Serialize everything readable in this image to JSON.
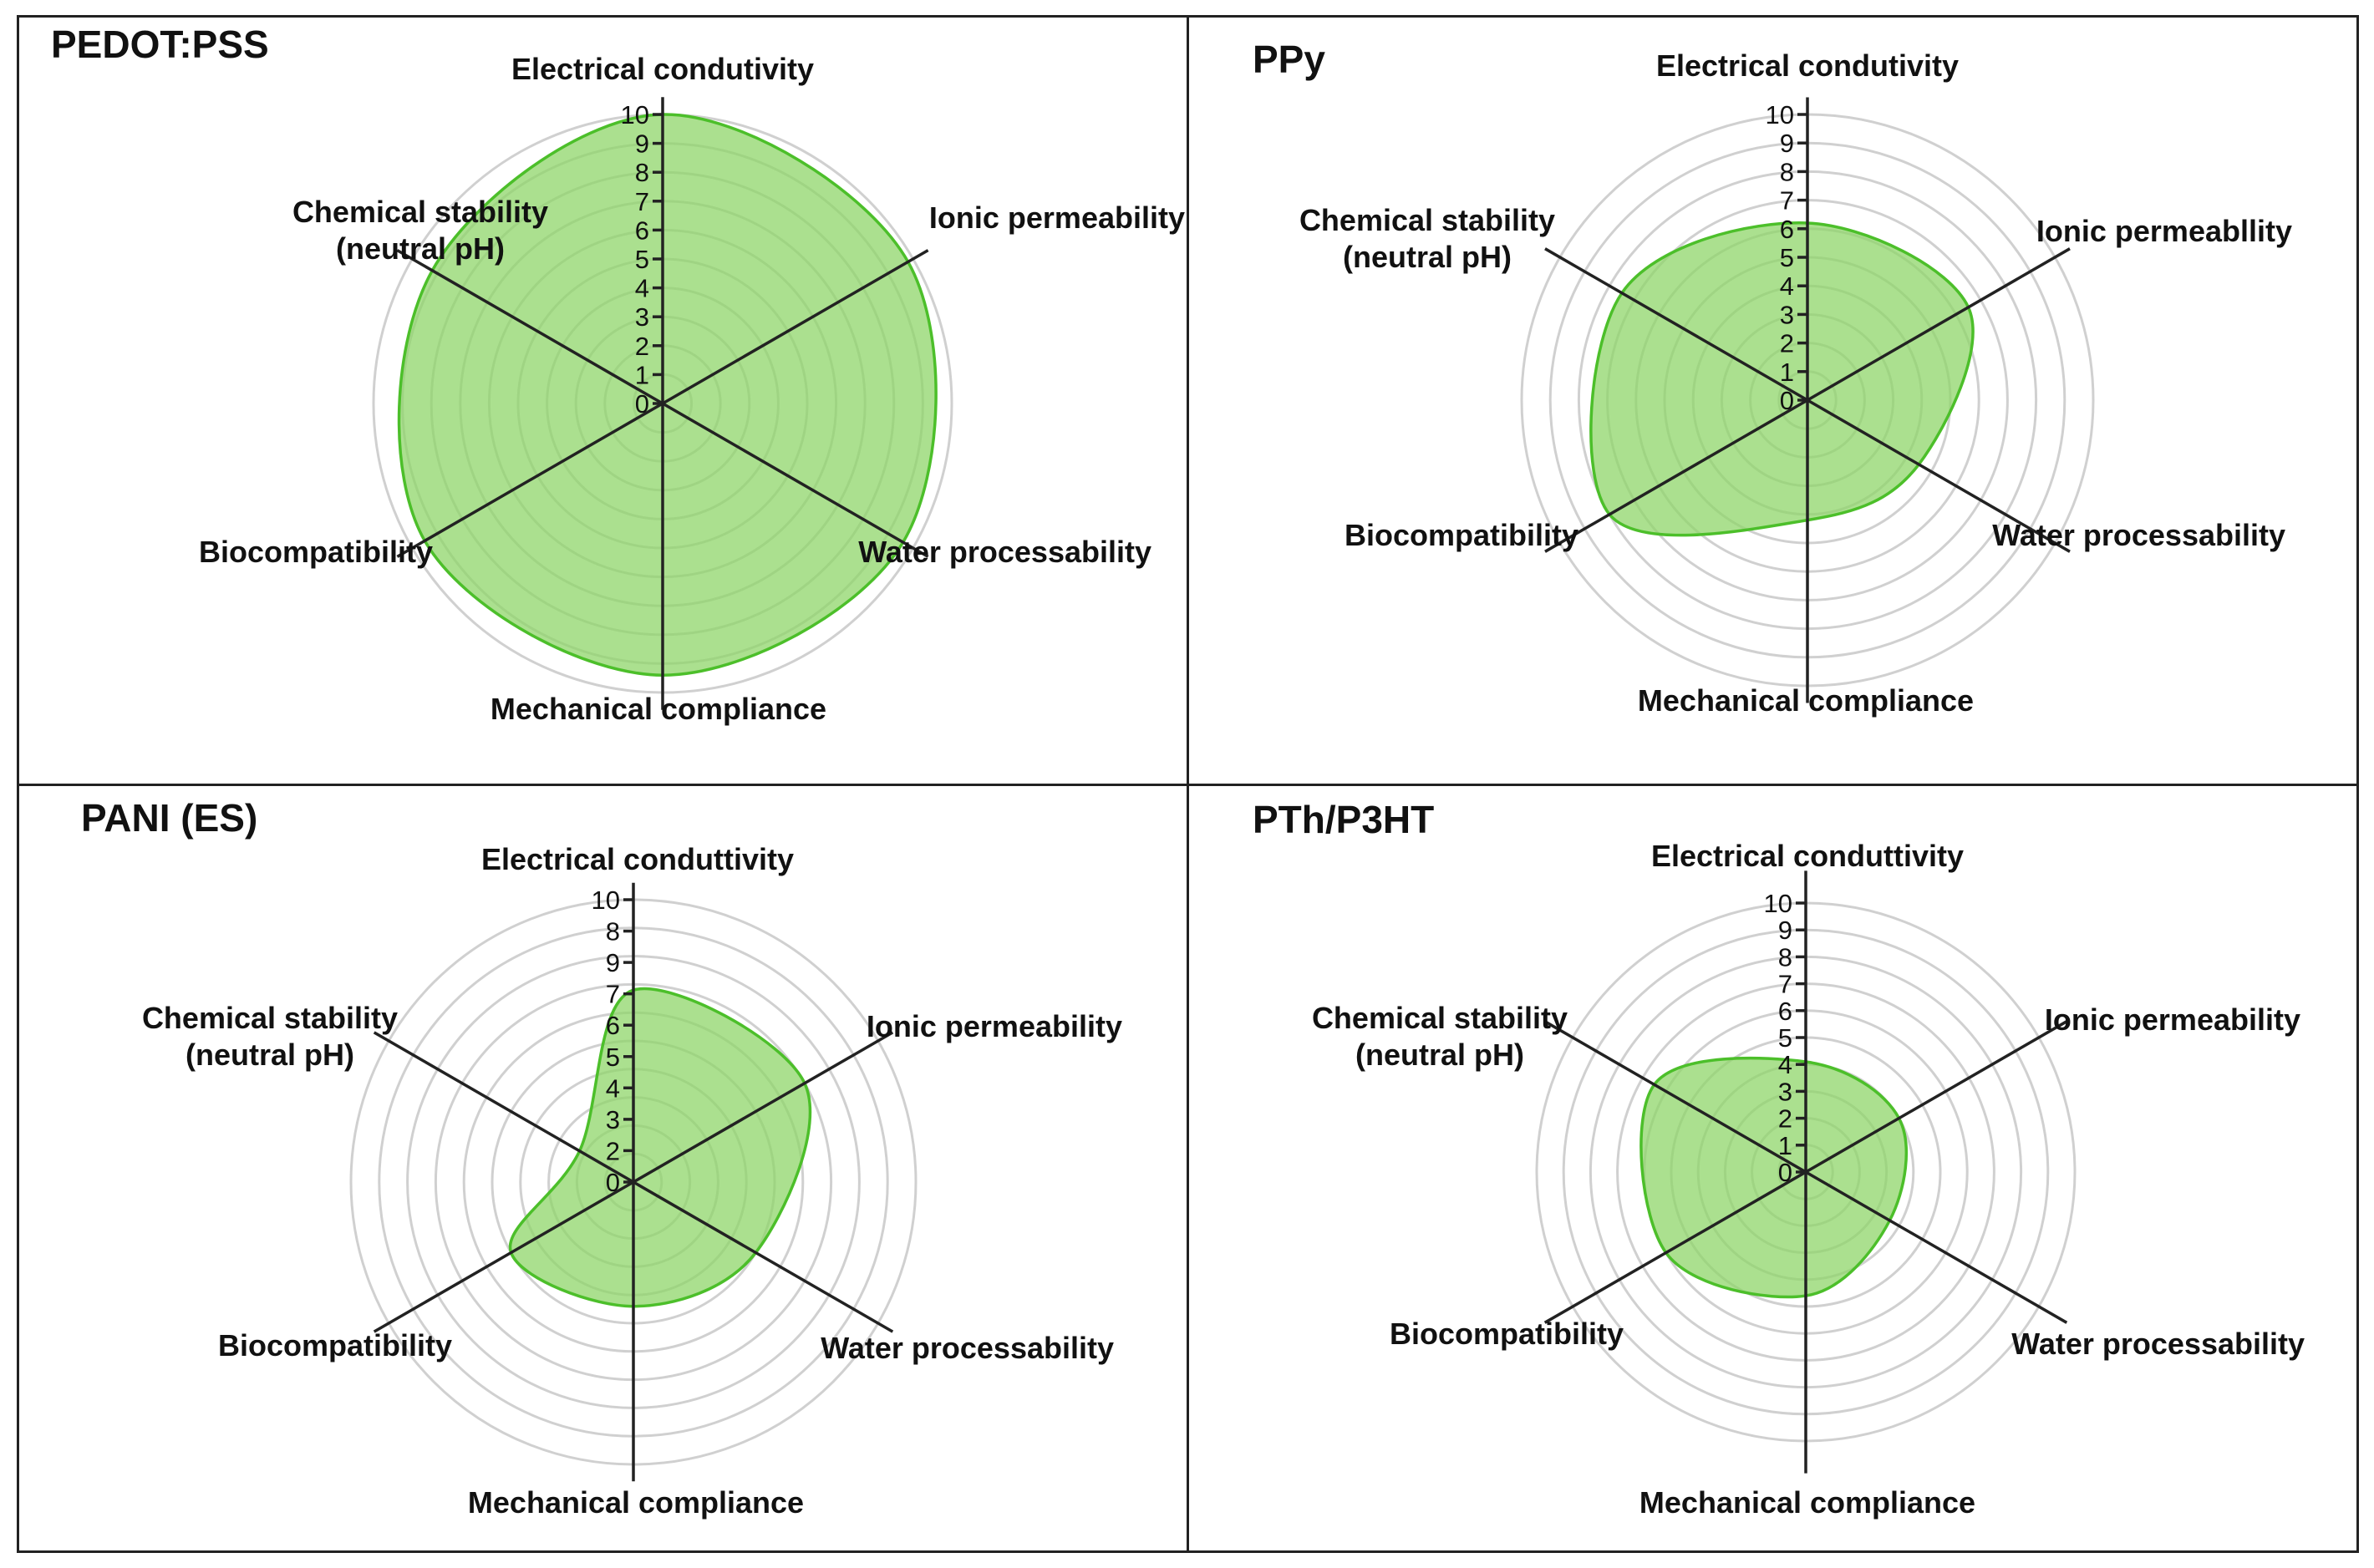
{
  "chart_data": [
    {
      "type": "radar",
      "title": "PEDOT:PSS",
      "axes": [
        "Electrical condutivity",
        "Ionic permeability",
        "Water processability",
        "Mechanical compliance",
        "Biocompatibility",
        "Chemical stability\n(neutral pH)"
      ],
      "ticks": [
        "0",
        "1",
        "2",
        "3",
        "4",
        "5",
        "6",
        "7",
        "8",
        "9",
        "10"
      ],
      "range": [
        0,
        10
      ],
      "values": [
        10,
        9.8,
        9.6,
        9.4,
        9.5,
        9.2
      ],
      "color": "#8fd66a"
    },
    {
      "type": "radar",
      "title": "PPy",
      "axes": [
        "Electrical condutivity",
        "Ionic permeabllity",
        "Water processability",
        "Mechanical compliance",
        "Biocompatibility",
        "Chemical stability\n(neutral pH)"
      ],
      "ticks": [
        "0",
        "1",
        "2",
        "3",
        "4",
        "5",
        "6",
        "7",
        "8",
        "9",
        "10"
      ],
      "range": [
        0,
        10
      ],
      "values": [
        6.2,
        6.5,
        4.5,
        4.2,
        8.0,
        7.5
      ],
      "color": "#8fd66a"
    },
    {
      "type": "radar",
      "title": "PANI (ES)",
      "axes": [
        "Electrical conduttivity",
        "Ionic permeability",
        "Water processability",
        "Mechanical compliance",
        "Biocompatibility",
        "Chemical stability\n(neutral pH)"
      ],
      "ticks": [
        "0",
        "2",
        "3",
        "4",
        "5",
        "6",
        "7",
        "9",
        "8",
        "10"
      ],
      "range": [
        0,
        10
      ],
      "values": [
        6.8,
        7.0,
        5.0,
        4.4,
        5.0,
        2.2
      ],
      "color": "#a8dc78"
    },
    {
      "type": "radar",
      "title": "PTh/P3HT",
      "axes": [
        "Electrical conduttivity",
        "Ionic permeability",
        "Water processability",
        "Mechanical compliance",
        "Biocompatibility",
        "Chemical stability\n(neutral pH)"
      ],
      "ticks": [
        "0",
        "1",
        "2",
        "3",
        "4",
        "5",
        "6",
        "7",
        "8",
        "9",
        "10"
      ],
      "range": [
        0,
        10
      ],
      "values": [
        4.1,
        4.0,
        3.6,
        4.6,
        6.0,
        6.5
      ],
      "color": "#7fd45a"
    }
  ]
}
